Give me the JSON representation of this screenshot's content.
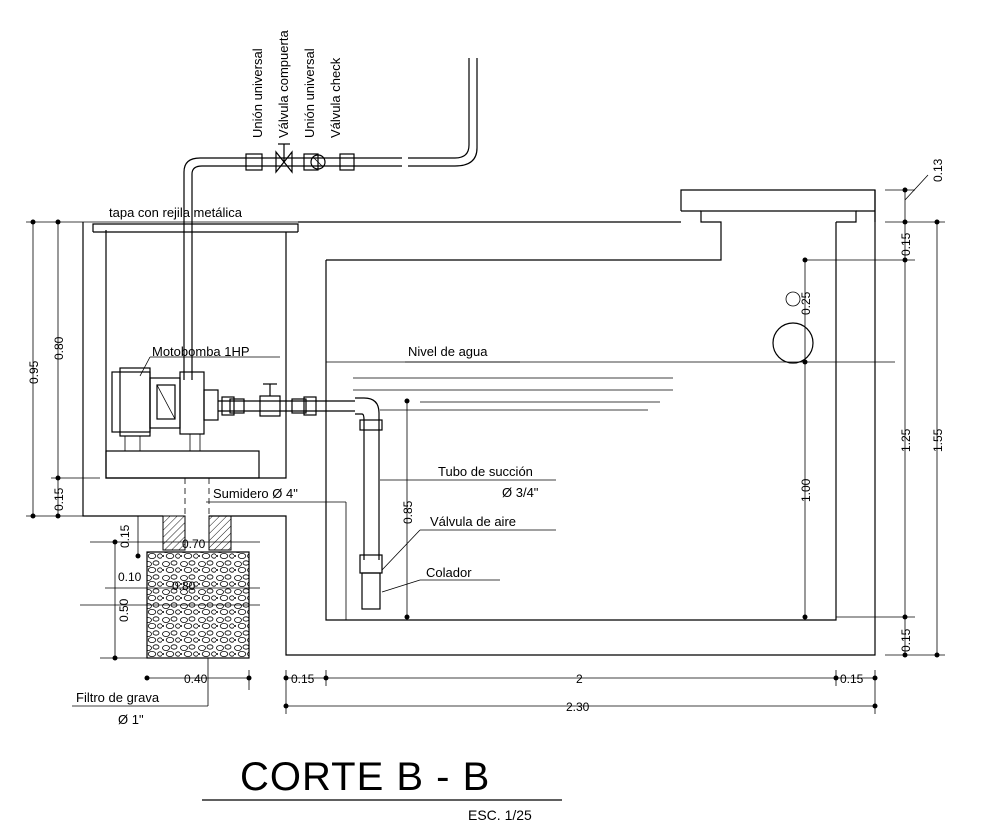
{
  "labels": {
    "union1": "Unión universal",
    "gate_valve": "Válvula compuerta",
    "union2": "Unión universal",
    "check_valve": "Válvula check",
    "tapa": "tapa con rejila metálica",
    "motobomba": "Motobomba 1HP",
    "nivel": "Nivel de agua",
    "tubo": "Tubo de succión",
    "tubo_diam": "Ø 3/4\"",
    "sumidero": "Sumidero Ø 4\"",
    "valvula_aire": "Válvula de aire",
    "colador": "Colador",
    "filtro": "Filtro de grava",
    "filtro_diam": "Ø 1\""
  },
  "dimensions": {
    "d095": "0.95",
    "d080": "0.80",
    "d015_left": "0.15",
    "d015_sump": "0.15",
    "d070": "0.70",
    "d010": "0.10",
    "d080b": "0.80",
    "d050": "0.50",
    "d040": "0.40",
    "d015_bottom_left": "0.15",
    "d2": "2",
    "d015_bottom_right": "0.15",
    "d230": "2.30",
    "d013": "0.13",
    "d015_top_right": "0.15",
    "d025": "0.25",
    "d100": "1.00",
    "d085": "0.85",
    "d125": "1.25",
    "d155": "1.55",
    "d015_right_bottom": "0.15"
  },
  "title": {
    "main": "CORTE B - B",
    "scale": "ESC. 1/25"
  }
}
